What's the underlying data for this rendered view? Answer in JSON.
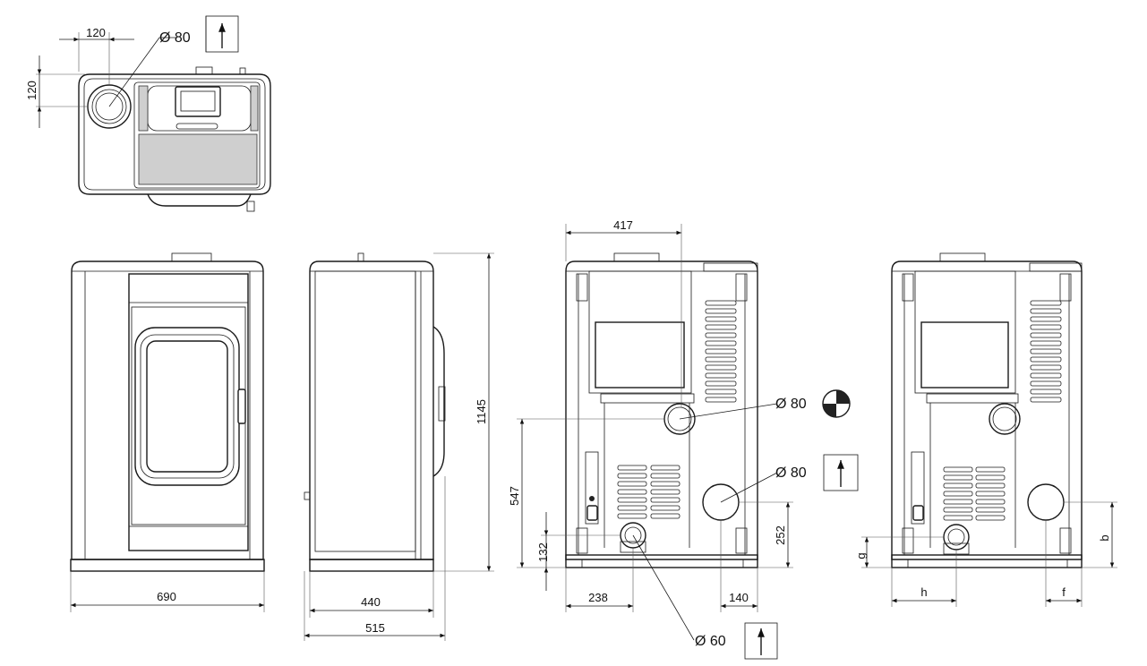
{
  "dimensions": {
    "top_width_offset": "120",
    "top_depth_offset": "120",
    "top_pipe": "Ø 80",
    "front_width": "690",
    "side_depth": "440",
    "side_depth_total": "515",
    "side_height": "1145",
    "rear_width_top": "417",
    "rear_pipe_flue": "Ø 80",
    "rear_pipe_air": "Ø 80",
    "rear_pipe_small": "Ø 60",
    "rear_height_flue": "547",
    "rear_height_small": "132",
    "rear_height_air": "252",
    "rear_left_offset": "238",
    "rear_right_offset": "140",
    "var_g": "g",
    "var_h": "h",
    "var_f": "f",
    "var_b": "b"
  }
}
